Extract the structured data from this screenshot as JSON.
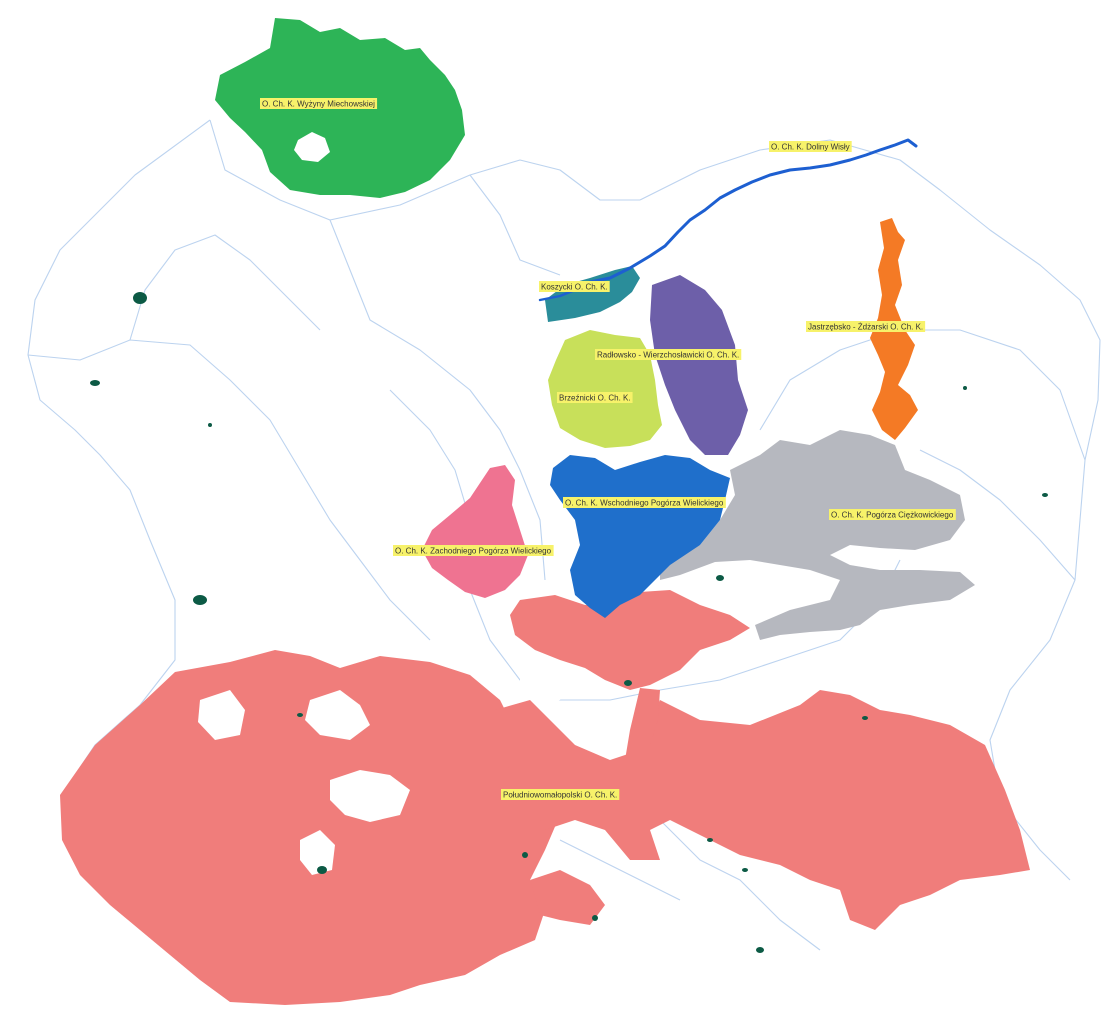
{
  "map": {
    "colors": {
      "background": "#ffffff",
      "boundary": "#bcd3ef",
      "river": "#1d5fd1",
      "spot": "#0c5a45",
      "label_background": "#f7f26a"
    },
    "areas": [
      {
        "id": "wyzyna-miechowska",
        "label": "O. Ch. K. Wyżyny Miechowskiej",
        "color": "#2db457"
      },
      {
        "id": "koszycki",
        "label": "Koszycki O. Ch. K.",
        "color": "#2a8d9a"
      },
      {
        "id": "radlowsko",
        "label": "Radłowsko - Wierzchosławicki O. Ch. K.",
        "color": "#6d5fa9"
      },
      {
        "id": "jastrzebsko",
        "label": "Jastrzębsko - Żdżarski O. Ch. K.",
        "color": "#f47a25"
      },
      {
        "id": "bratucicki",
        "label": "Brzeźnicki O. Ch. K.",
        "color": "#c8e05a"
      },
      {
        "id": "wschodniego",
        "label": "O. Ch. K. Wschodniego Pogórza Wielickiego",
        "color": "#1f6fcb"
      },
      {
        "id": "ciezkowickiego",
        "label": "O. Ch. K. Pogórza Ciężkowickiego",
        "color": "#b6b8bf"
      },
      {
        "id": "zachodniego",
        "label": "O. Ch. K. Zachodniego Pogórza Wielickiego",
        "color": "#ef7391"
      },
      {
        "id": "poludniowomalopolski",
        "label": "Południowomałopolski O. Ch. K.",
        "color": "#f07d7b"
      }
    ],
    "rivers": [
      {
        "id": "dolina-wisly",
        "label": "O. Ch. K. Doliny Wisły",
        "color": "#1d5fd1"
      }
    ]
  }
}
